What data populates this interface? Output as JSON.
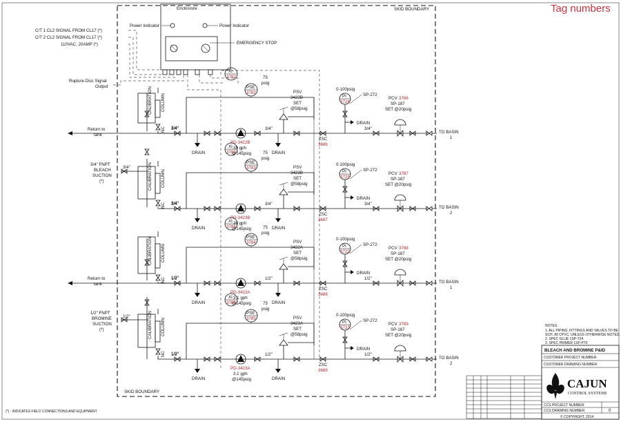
{
  "tag_numbers_label": "Tag numbers",
  "skid_boundary": "SKID BOUNDARY",
  "enclosure": {
    "title": "Enclosrure",
    "power_indicator_left": "Power Indicator",
    "power_indicator_right": "Power Indicator",
    "emergency_stop": "EMERGENCY STOP"
  },
  "left_inputs": [
    "C/T 1 CL2 SIGNAL FROM CL17 (*)",
    "C/T 2 CL2 SIGNAL FROM CL17 (*)",
    "110VAC, 20AMP (*)"
  ],
  "rupture_disc": [
    "Rupture Disc Signal",
    "Output"
  ],
  "return_to_tank": [
    "Return to",
    "tank"
  ],
  "bleach_suction": [
    "3/4\" FNPT",
    "BLEACH",
    "SUCTION",
    "(*)"
  ],
  "bleach_suction_size": "3/4\"",
  "bromine_suction": [
    "1/2\" FNPT",
    "BROMINE",
    "SUCTION",
    "(*)"
  ],
  "bromine_suction_size": "1/2\"",
  "calibration": "CALIBRATION",
  "column": "COLUMN",
  "nc": "NC",
  "drain": "DRAIN",
  "psig75": [
    "75",
    "psig"
  ],
  "gauge_range": "0-100psig",
  "sp272": "SP-272",
  "sp187": "SP-187",
  "set20": "SET @20psig",
  "trains": [
    {
      "xi": "XI",
      "xi_tag": "3782",
      "pse": "PSE",
      "pse_tag": "3782",
      "psv": [
        "PSV",
        "3422B",
        "SET",
        "@58psig"
      ],
      "pi": "PI",
      "pi_tag": "3724",
      "pump_tag": "PD-3422B",
      "pump_rate": "39 gph",
      "pump_press": "@145psig",
      "zsc": "ZSC",
      "zsc_tag": "3686",
      "pcv": "PCV",
      "pcv_tag": "3786",
      "size": "3/4\"",
      "basin": [
        "TO BASIN",
        "1"
      ]
    },
    {
      "xi": "XI",
      "xi_tag": "3783",
      "pse": "PSE",
      "pse_tag": "3783",
      "psv": [
        "PSV",
        "3423B",
        "SET",
        "@58psig"
      ],
      "pi": "PI",
      "pi_tag": "3725",
      "pump_tag": "PD-3423B",
      "pump_rate": "39 gph",
      "pump_press": "@145psig",
      "zsc": "ZSC",
      "zsc_tag": "3687",
      "pcv": "PCV",
      "pcv_tag": "3787",
      "size": "3/4\"",
      "basin": [
        "TO BASIN",
        "2"
      ]
    },
    {
      "xi": "XI",
      "xi_tag": "3784",
      "pse": "PSE",
      "pse_tag": "3784",
      "psv": [
        "PSV",
        "3422A",
        "SET",
        "@58psig"
      ],
      "pi": "PI",
      "pi_tag": "3722",
      "pump_tag": "PD-3422A",
      "pump_rate": "3.1 gph",
      "pump_press": "@145psig",
      "zsc": "ZSC",
      "zsc_tag": "3688",
      "pcv": "PCV",
      "pcv_tag": "3788",
      "size": "1/2\"",
      "basin": [
        "TO BASIN",
        "1"
      ]
    },
    {
      "xi": "XI",
      "xi_tag": "3785",
      "pse": "PSE",
      "pse_tag": "3785",
      "psv": [
        "PSV",
        "3423A",
        "SET",
        "@58psig"
      ],
      "pi": "PI",
      "pi_tag": "3723",
      "pump_tag": "PD-3423A",
      "pump_rate": "3.1 gph",
      "pump_press": "@145psig",
      "zsc": "ZSC",
      "zsc_tag": "3689",
      "pcv": "PCV",
      "pcv_tag": "3789",
      "size": "1/2\"",
      "basin": [
        "TO BASIN",
        "2"
      ]
    }
  ],
  "notes": {
    "title": "NOTES:",
    "items": [
      "1.  ALL PIPING, FITTINGS AND VALVES TO BE",
      "     SCH. 80 CPVC, UNLESS OTHERWISE NOTED.",
      "2.  SPEC GLUE 1SP-T24",
      "3.  SPEC PRIMER 1SP-P70"
    ]
  },
  "title_block": {
    "drawing_title": "BLEACH AND BROMINE P&ID",
    "customer_project": "CUSTOMER PROJECT NUMBER:",
    "customer_drawing": "CUSTOMER DRAWING NUMBER:",
    "company_name": "CAJUN",
    "company_sub": "CONTROL SYSTEMS",
    "ccs_project": "CCS PROJECT NUMBER:",
    "ccs_drawing": "CCS DRAWING NUMBER:",
    "revision": "0",
    "copyright": "©  COPYRIGHT, 2014"
  },
  "field_note": "(*) - INDICATES FIELD CONNECTIONS AND EQUIPMENT",
  "colors": {
    "tag_red": "#b3262e",
    "title_red": "#c8323b"
  }
}
